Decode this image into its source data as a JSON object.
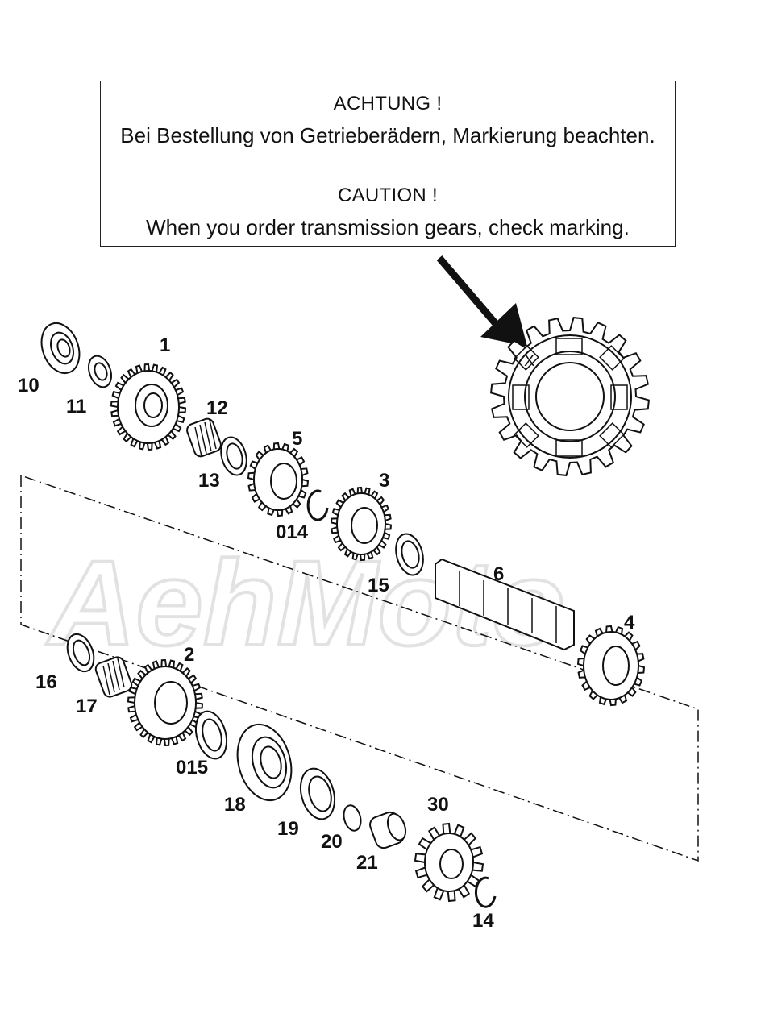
{
  "notice": {
    "heading_de": "ACHTUNG !",
    "text_de": "Bei Bestellung von Getrieberädern, Markierung beachten.",
    "heading_en": "CAUTION !",
    "text_en": "When you order transmission gears, check marking."
  },
  "marking": {
    "symbol": "X"
  },
  "watermark": {
    "text": "AehMoto"
  },
  "labels": {
    "p1": "1",
    "p2": "2",
    "p3": "3",
    "p4": "4",
    "p5": "5",
    "p6": "6",
    "p10": "10",
    "p11": "11",
    "p12": "12",
    "p13": "13",
    "p14": "14",
    "p014": "014",
    "p015": "015",
    "p15": "15",
    "p16": "16",
    "p17": "17",
    "p18": "18",
    "p19": "19",
    "p20": "20",
    "p21": "21",
    "p30": "30"
  }
}
